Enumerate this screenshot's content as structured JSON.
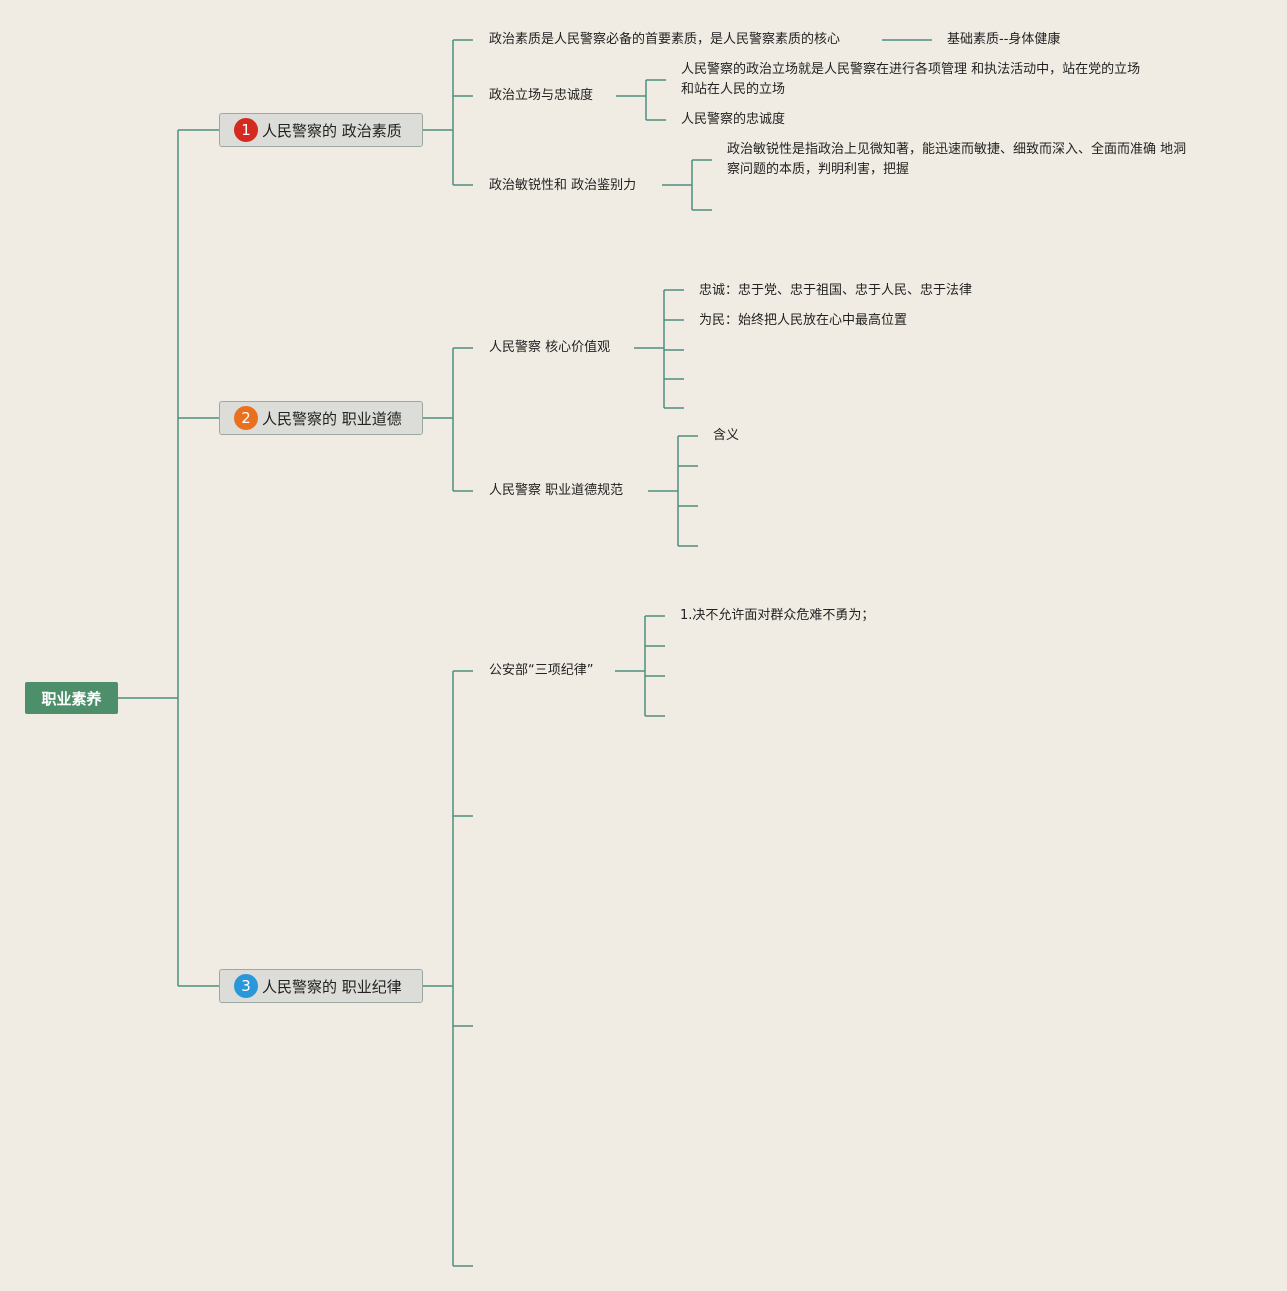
{
  "root": {
    "label": "职业素养"
  },
  "branches": [
    {
      "badge": "1",
      "badge_color": "#d42a1f",
      "label": "人民警察的 政治素质"
    },
    {
      "badge": "2",
      "badge_color": "#e8701e",
      "label": "人民警察的 职业道德"
    },
    {
      "badge": "3",
      "badge_color": "#2a98d8",
      "label": "人民警察的 职业纪律"
    }
  ],
  "political": {
    "core": "政治素质是人民警察必备的首要素质，是人民警察素质的核心",
    "core_child": "基础素质--身体健康",
    "stance": "政治立场与忠诚度",
    "stance_desc_1": "人民警察的政治立场就是人民警察在进行各项管理 和执法活动中，站在党的立场",
    "stance_desc_2": "和站在人民的立场",
    "loyalty": "人民警察的忠诚度",
    "sensitivity": "政治敏锐性和 政治鉴别力",
    "sensitivity_desc_1": "政治敏锐性是指政治上见微知著，能迅速而敏捷、细致而深入、全面而准确 地洞",
    "sensitivity_desc_2": "察问题的本质，判明利害，把握"
  },
  "ethics": {
    "values": "人民警察 核心价值观",
    "loyal": "忠诚：忠于党、忠于祖国、忠于人民、忠于法律",
    "for_people": "为民：始终把人民放在心中最高位置",
    "norms": "人民警察 职业道德规范",
    "meaning": "含义"
  },
  "discipline": {
    "three": "公安部“三项纪律”",
    "rule1": "1.决不允许面对群众危难不勇为；"
  },
  "colors": {
    "line": "#4e8f80",
    "background": "#f0ece3",
    "root": "#4e8f6b"
  }
}
